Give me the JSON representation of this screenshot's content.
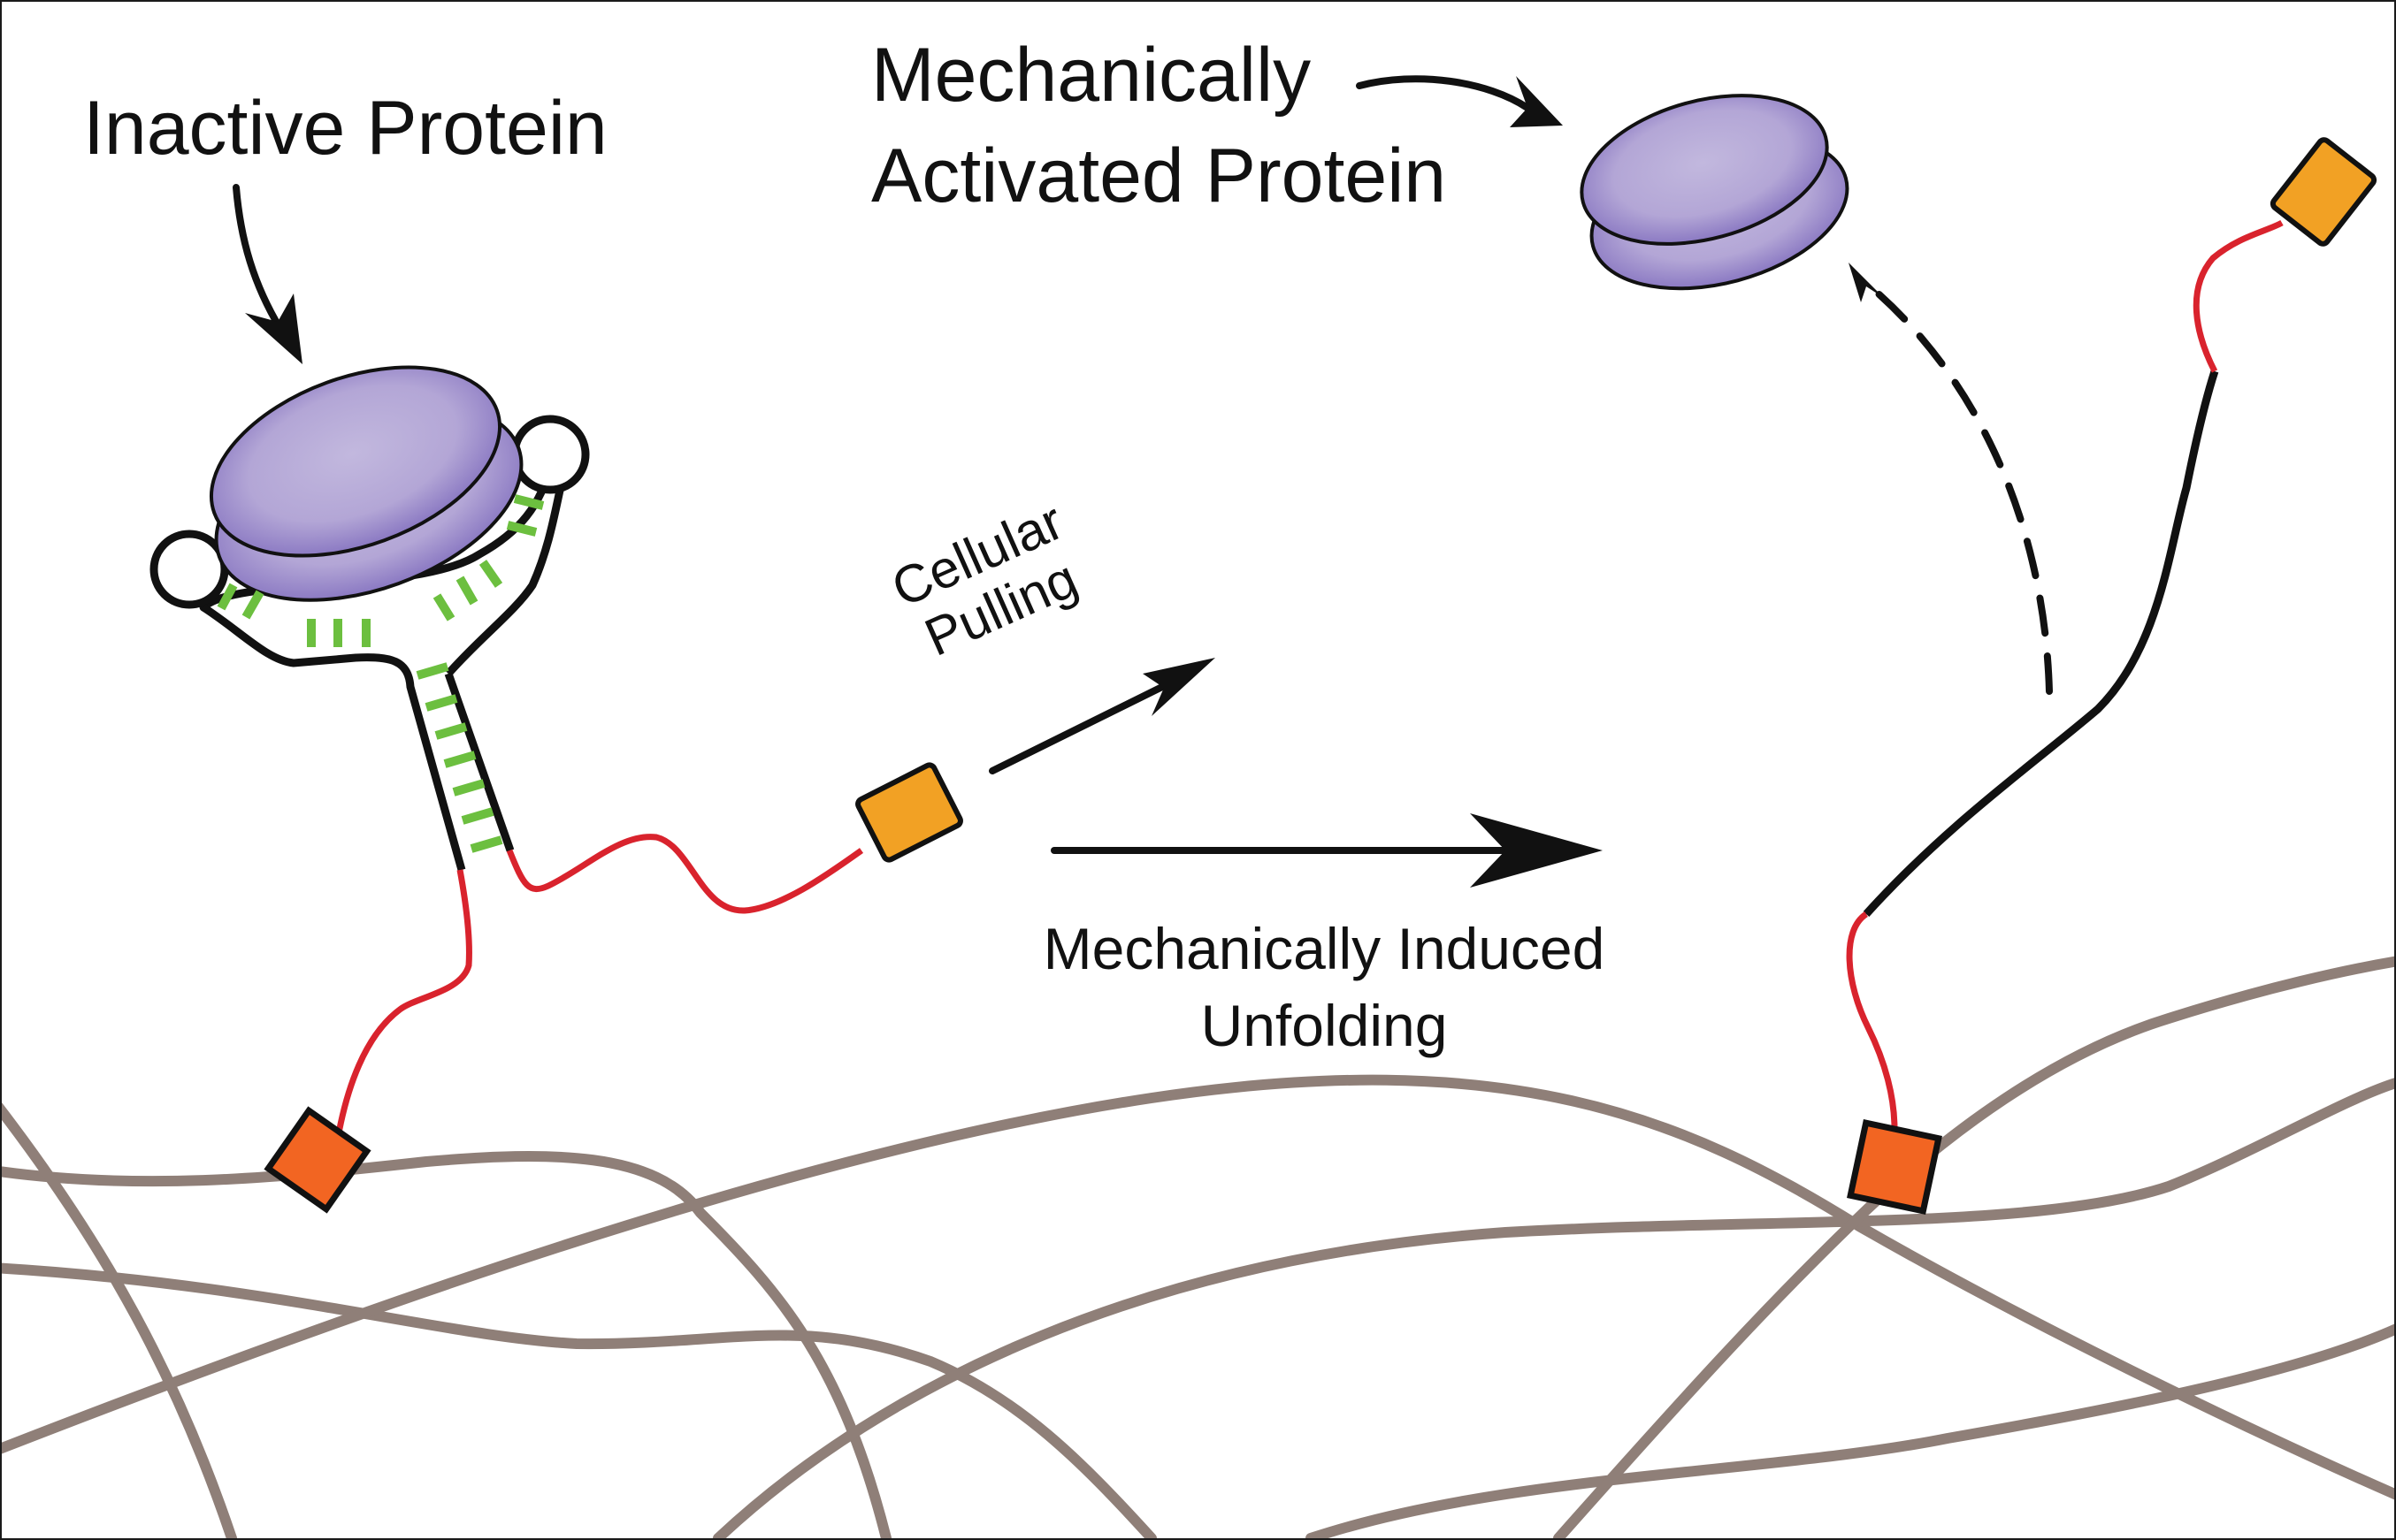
{
  "labels": {
    "inactive_protein": "Inactive Protein",
    "activated_line1": "Mechanically",
    "activated_line2": "Activated Protein",
    "pulling_line1": "Cellular",
    "pulling_line2": "Pulling",
    "unfolding_line1": "Mechanically Induced",
    "unfolding_line2": "Unfolding"
  },
  "colors": {
    "protein_fill": "#b3a6d6",
    "protein_edge": "#7b69b8",
    "dna_strand": "#111111",
    "base_pairs": "#6cbf3f",
    "linker": "#d9232d",
    "handle_free": "#f2a124",
    "anchor": "#f26522",
    "fibers": "#8f7f78"
  }
}
